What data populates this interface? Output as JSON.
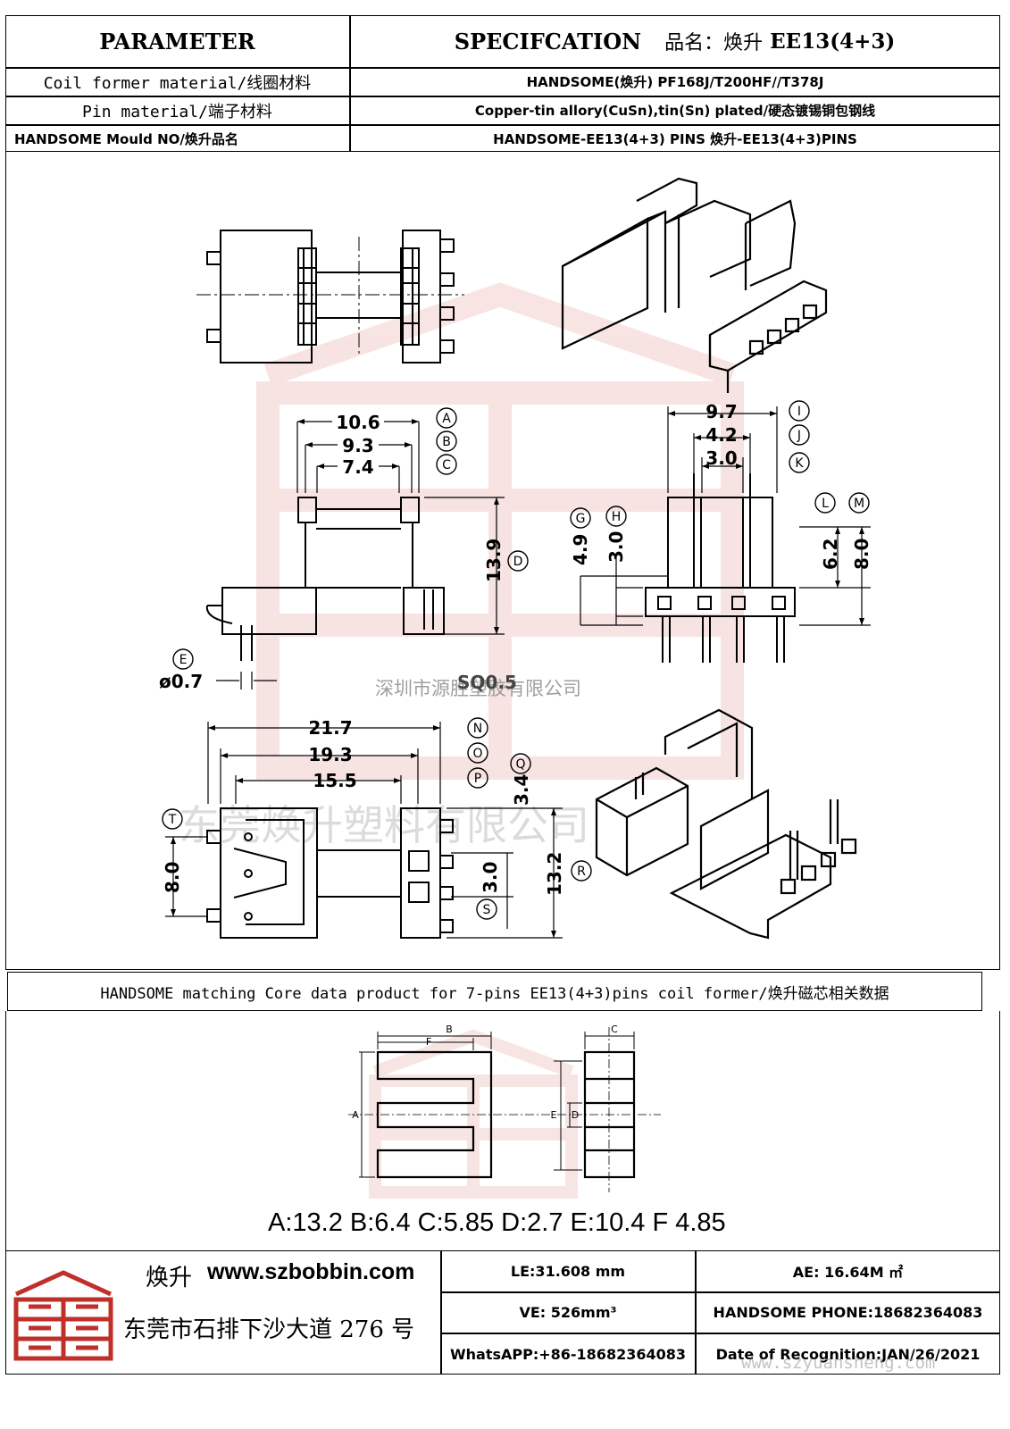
{
  "header": {
    "parameter": "PARAMETER",
    "specification": "SPECIFCATION",
    "product_name_label": "品名：焕升",
    "product_model": "EE13(4+3)"
  },
  "rows": [
    {
      "label": "Coil former material/线圈材料",
      "value": "HANDSOME(焕升)  PF168J/T200HF//T378J"
    },
    {
      "label": "Pin material/端子材料",
      "value": "Copper-tin allory(CuSn),tin(Sn) plated/硬态镀锡铜包钢线"
    },
    {
      "label": "HANDSOME Mould NO/焕升品名",
      "value": "HANDSOME-EE13(4+3) PINS   焕升-EE13(4+3)PINS"
    }
  ],
  "drawing": {
    "dims": {
      "A": "10.6",
      "B": "9.3",
      "C": "7.4",
      "D": "13.9",
      "E": "ø0.7",
      "sq": "SQ0.5",
      "G": "4.9",
      "H": "3.0",
      "I": "9.7",
      "J": "4.2",
      "K": "3.0",
      "L": "6.2",
      "M": "8.0",
      "N": "21.7",
      "O": "19.3",
      "P": "15.5",
      "Q": "3.4",
      "R": "13.2",
      "S": "3.0",
      "T": "8.0"
    },
    "labels": [
      "A",
      "B",
      "C",
      "D",
      "E",
      "G",
      "H",
      "I",
      "J",
      "K",
      "L",
      "M",
      "N",
      "O",
      "P",
      "Q",
      "R",
      "S",
      "T"
    ],
    "watermark_company": "深圳市源胜塑胶有限公司",
    "watermark_company2": "东莞焕升塑料有限公司"
  },
  "core_section": {
    "title": "HANDSOME matching Core data  product for 7-pins EE13(4+3)pins coil former/焕升磁芯相关数据",
    "letters": {
      "A": "A",
      "B": "B",
      "C": "C",
      "D": "D",
      "E": "E",
      "F": "F"
    },
    "dimensions_text": "A:13.2 B:6.4 C:5.85 D:2.7 E:10.4 F 4.85"
  },
  "footer": {
    "brand": "焕升",
    "website": "www.szbobbin.com",
    "address": "东莞市石排下沙大道 276 号",
    "le": "LE:31.608 mm",
    "ae": "AE: 16.64M ㎡",
    "ve": "VE: 526mm³",
    "phone": "HANDSOME PHONE:18682364083",
    "whatsapp": "WhatsAPP:+86-18682364083",
    "date": "Date of Recognition:JAN/26/2021",
    "watermark_url": "www.szyuansheng.com"
  }
}
